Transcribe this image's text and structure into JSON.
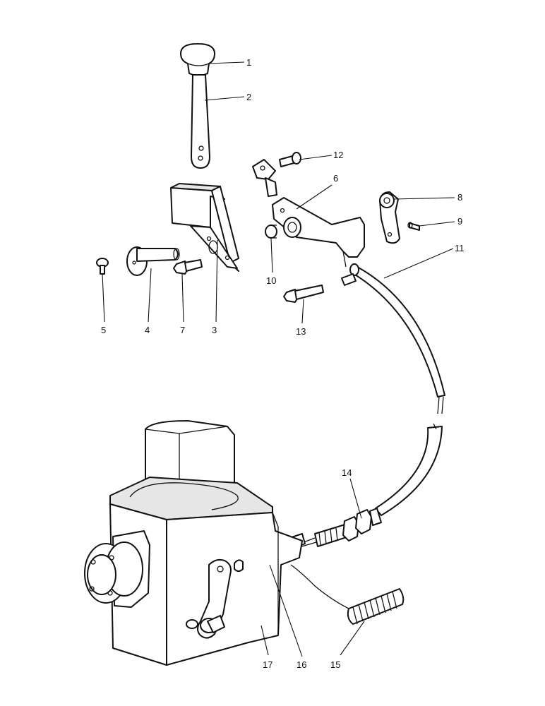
{
  "callouts": [
    "1",
    "2",
    "3",
    "4",
    "5",
    "6",
    "7",
    "8",
    "9",
    "10",
    "11",
    "12",
    "13",
    "14",
    "15",
    "16",
    "17"
  ]
}
